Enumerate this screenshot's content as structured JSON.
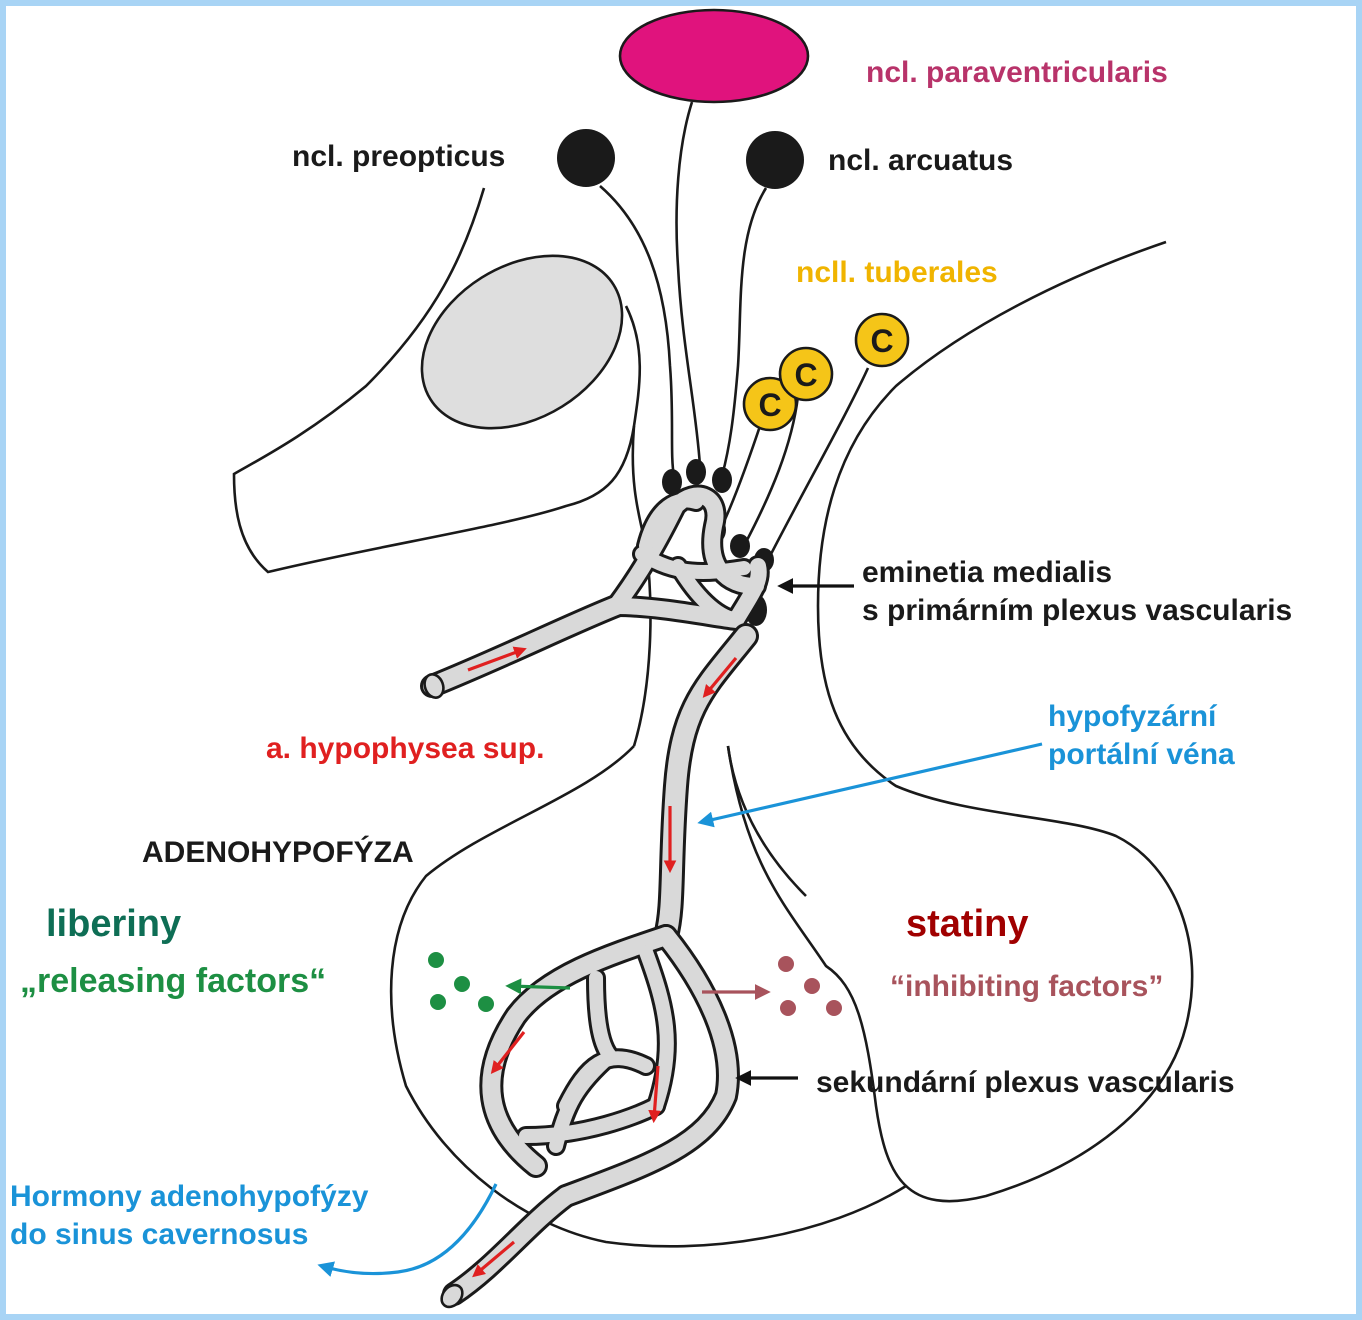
{
  "colors": {
    "border": "#a8d4f5",
    "paraventricular": "#e0137d",
    "paraventricular_text": "#b8336a",
    "tuberal_yellow": "#f5c518",
    "tuberal_text": "#f0b400",
    "red_arrow": "#e02020",
    "blue": "#1a93d8",
    "green_dark": "#0e6e55",
    "green_dots": "#1d8f43",
    "statiny_red": "#a00000",
    "inhibit_color": "#a8535c",
    "vessel_fill": "#d9d9d9",
    "gland_fill": "#dedede"
  },
  "labels": {
    "paraventricularis": "ncl. paraventricularis",
    "preopticus": "ncl. preopticus",
    "arcuatus": "ncl. arcuatus",
    "tuberales": "ncll. tuberales",
    "tuberal_marker": "C",
    "eminentia_line1": "eminetia medialis",
    "eminentia_line2": "s primárním plexus vascularis",
    "hypophysea": "a. hypophysea sup.",
    "portal_line1": "hypofyzární",
    "portal_line2": "portální véna",
    "adenohypofyza": "ADENOHYPOFÝZA",
    "liberiny": "liberiny",
    "releasing": "„releasing factors“",
    "statiny": "statiny",
    "inhibiting": "“inhibiting factors”",
    "sekundarni": "sekundární plexus vascularis",
    "hormony_line1": "Hormony adenohypofýzy",
    "hormony_line2": "do sinus cavernosus"
  },
  "icons": {
    "arrow_eminentia": "left-arrow-icon",
    "arrow_portal": "left-arrow-icon",
    "arrow_sekundarni": "left-arrow-icon",
    "arrow_hormony": "curved-arrow-icon",
    "arrow_releasing": "left-arrow-icon",
    "arrow_inhibiting": "right-arrow-icon"
  }
}
